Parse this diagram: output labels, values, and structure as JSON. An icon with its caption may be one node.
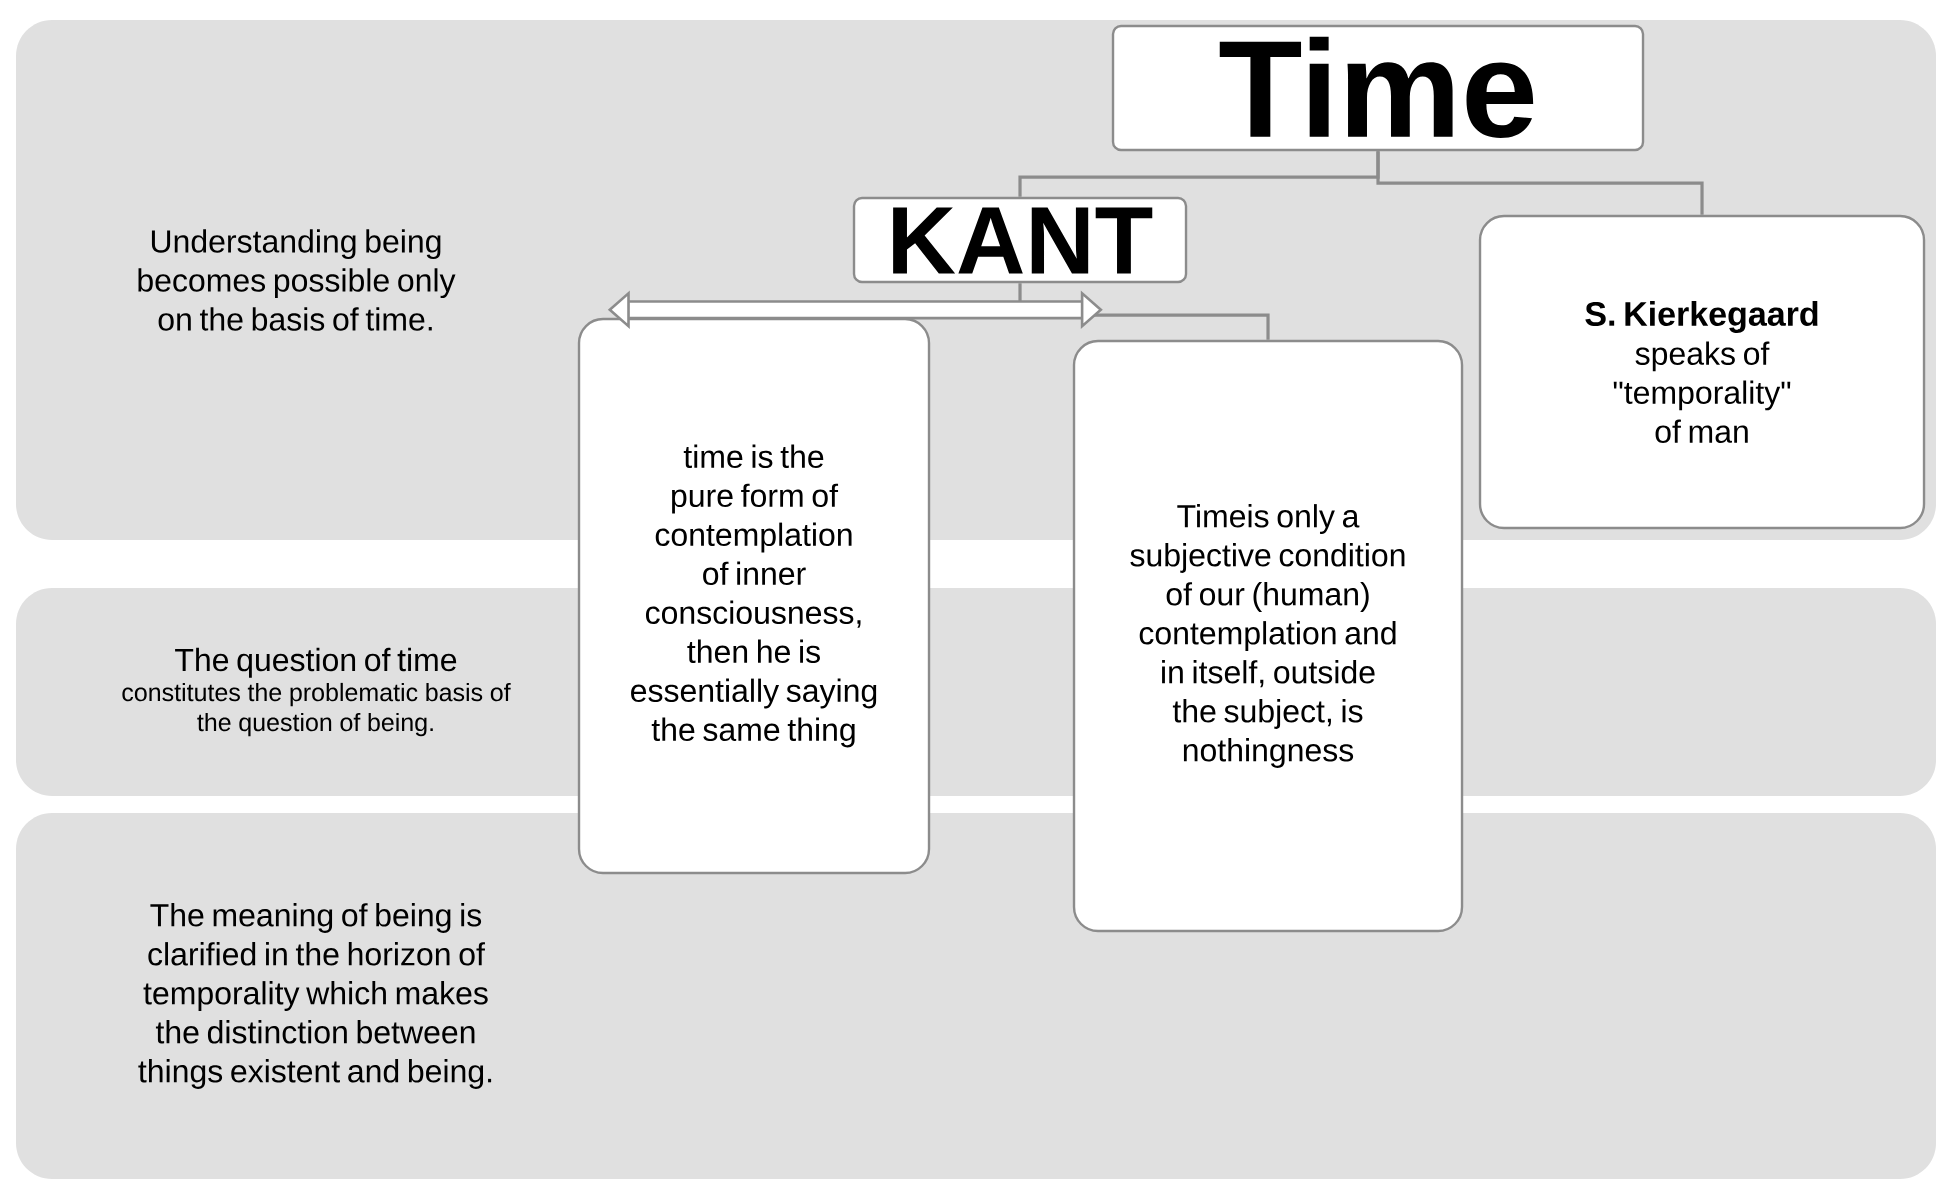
{
  "diagram": {
    "nodes": [
      {
        "text": [
          "Understanding being becomes possible only on the basis of time."
        ]
      },
      {
        "text": [
          "Time"
        ],
        "in": 0
      },
      {
        "text": [
          "KANT"
        ],
        "in": 0
      },
      {
        "text": [
          "S. Kierkegaard",
          "speaks of \"temporality\" of man"
        ],
        "in": 0
      },
      {
        "text": [
          "time is the pure form of contemplation of inner consciousness, then he is essentially saying the same thing"
        ]
      },
      {
        "text": [
          "Timeis only a subjective condition of our (human) contemplation and in itself, outside the subject, is nothingness"
        ]
      },
      {
        "text": [
          "The question of time",
          "constitutes the problematic basis of the question of being."
        ]
      },
      {
        "text": [
          "The meaning of being is clarified in the horizon of temporality which makes the distinction between things existent and being."
        ]
      }
    ],
    "edges": [
      {
        "from": 1,
        "to": 2,
        "arrow": "none"
      },
      {
        "from": 1,
        "to": 3,
        "arrow": "none"
      },
      {
        "from": 2,
        "to": 5,
        "arrow": "none"
      },
      {
        "from": 4,
        "to": 5,
        "arrow": "both",
        "style": "thick"
      }
    ]
  }
}
